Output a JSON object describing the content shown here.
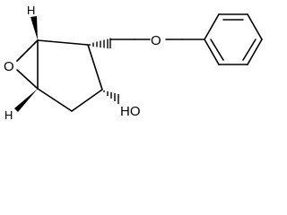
{
  "structure": {
    "atoms": {
      "oxygen_epoxide": "O",
      "hydroxyl": "HO",
      "hydrogen_top": "H",
      "hydrogen_bottom": "H",
      "ether_oxygen": "O"
    }
  }
}
